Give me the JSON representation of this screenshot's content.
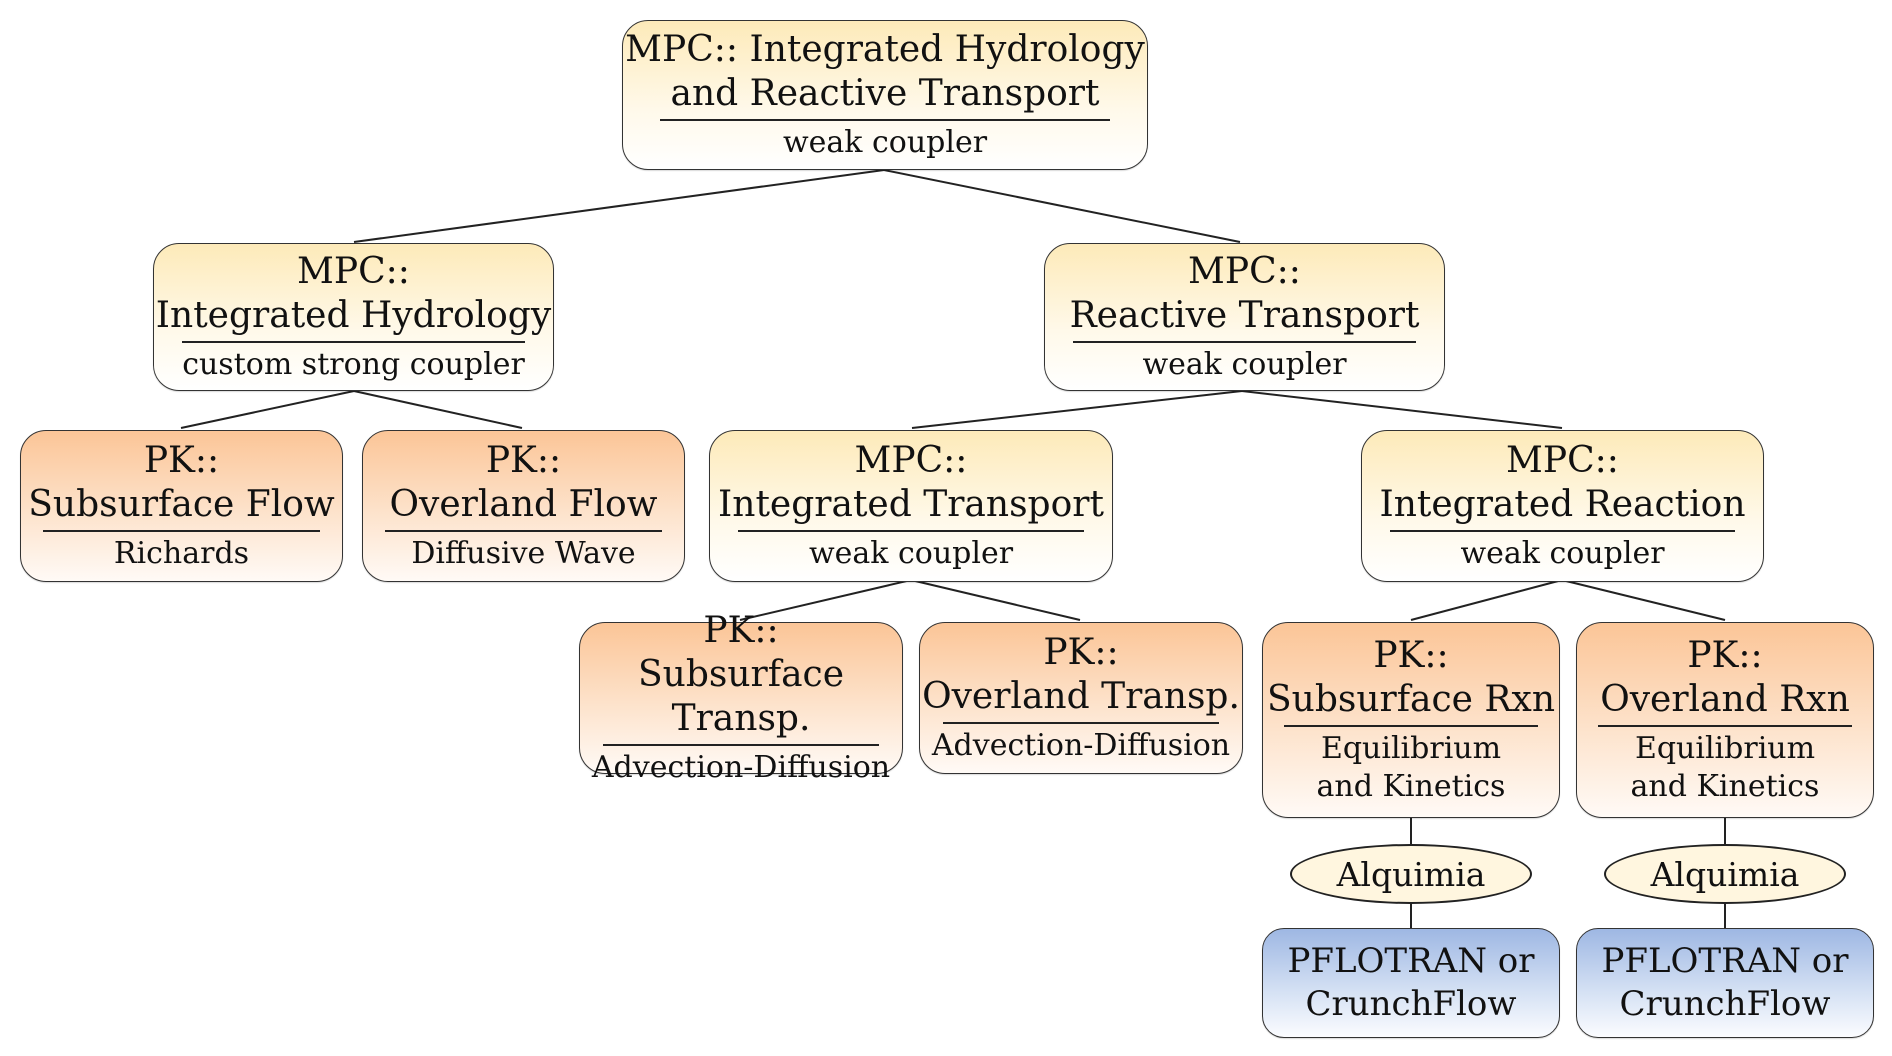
{
  "nodes": {
    "root": {
      "title1": "MPC:: Integrated Hydrology",
      "title2": "and Reactive Transport",
      "sub": "weak coupler"
    },
    "hydrology": {
      "title1": "MPC::",
      "title2": "Integrated Hydrology",
      "sub": "custom strong coupler"
    },
    "reactive_transport": {
      "title1": "MPC::",
      "title2": "Reactive Transport",
      "sub": "weak coupler"
    },
    "subsurface_flow": {
      "title1": "PK::",
      "title2": "Subsurface Flow",
      "sub": "Richards"
    },
    "overland_flow": {
      "title1": "PK::",
      "title2": "Overland Flow",
      "sub": "Diffusive Wave"
    },
    "integrated_transport": {
      "title1": "MPC::",
      "title2": "Integrated Transport",
      "sub": "weak coupler"
    },
    "integrated_reaction": {
      "title1": "MPC::",
      "title2": "Integrated Reaction",
      "sub": "weak coupler"
    },
    "subsurface_transp": {
      "title1": "PK::",
      "title2": "Subsurface Transp.",
      "sub": "Advection-Diffusion"
    },
    "overland_transp": {
      "title1": "PK::",
      "title2": "Overland Transp.",
      "sub": "Advection-Diffusion"
    },
    "subsurface_rxn": {
      "title1": "PK::",
      "title2": "Subsurface Rxn",
      "sub1": "Equilibrium",
      "sub2": "and Kinetics"
    },
    "overland_rxn": {
      "title1": "PK::",
      "title2": "Overland Rxn",
      "sub1": "Equilibrium",
      "sub2": "and Kinetics"
    },
    "alquimia_left": {
      "label": "Alquimia"
    },
    "alquimia_right": {
      "label": "Alquimia"
    },
    "engine_left": {
      "line1": "PFLOTRAN or",
      "line2": "CrunchFlow"
    },
    "engine_right": {
      "line1": "PFLOTRAN or",
      "line2": "CrunchFlow"
    }
  },
  "colors": {
    "mpc_fill": "#fdeab9",
    "pk_fill": "#fbc597",
    "engine_fill": "#9eb7e3",
    "ellipse_fill": "#fff6df",
    "stroke": "#333333"
  }
}
